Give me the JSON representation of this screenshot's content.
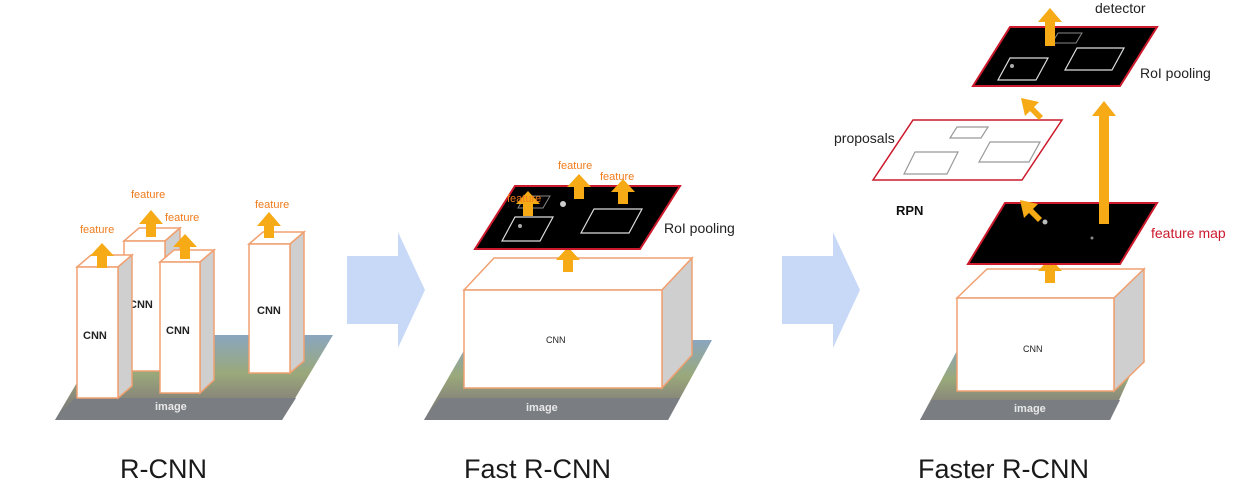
{
  "panels": {
    "rcnn": {
      "caption": "R-CNN",
      "feature_labels": [
        "feature",
        "feature",
        "feature",
        "feature"
      ],
      "cnn_labels": [
        "CNN",
        "CNN",
        "CNN",
        "CNN"
      ],
      "image_label": "image"
    },
    "fast": {
      "caption": "Fast R-CNN",
      "feature_labels": [
        "feature",
        "feature",
        "feature"
      ],
      "cnn_label": "CNN",
      "roi_label": "RoI pooling",
      "image_label": "image"
    },
    "faster": {
      "caption": "Faster R-CNN",
      "detector_label": "detector",
      "roi_label": "RoI pooling",
      "proposals_label": "proposals",
      "rpn_label": "RPN",
      "feature_map_label": "feature map",
      "cnn_label": "CNN",
      "image_label": "image"
    }
  },
  "colors": {
    "orange_arrow": "#f5aa16",
    "box_border": "#f0a070",
    "feature_text": "#f07c1c",
    "red_outline": "#cc1a2c",
    "big_arrow": "#c8d9f8",
    "box_side": "#cfcfcf"
  }
}
